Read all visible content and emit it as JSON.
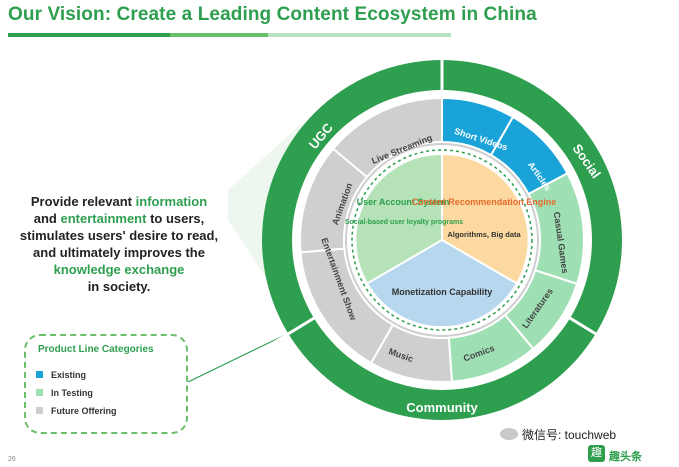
{
  "header": {
    "title": "Our Vision: Create a Leading Content Ecosystem in China"
  },
  "lead_text": {
    "p1": "Provide relevant ",
    "h1": "information",
    "p2": "and ",
    "h2": "entertainment",
    "p3": " to users, stimulates users' desire to read, and ultimately improves the ",
    "h3": "knowledge exchange",
    "p4": "in society."
  },
  "legend": {
    "title": "Product Line Categories",
    "items": [
      {
        "label": "Existing",
        "color": "#1aa3d9"
      },
      {
        "label": "In Testing",
        "color": "#9ee0b4"
      },
      {
        "label": "Future Offering",
        "color": "#cfcfcf"
      }
    ]
  },
  "diagram": {
    "outer_ring": {
      "ugc": "UGC",
      "social": "Social",
      "community": "Community"
    },
    "products": {
      "live_streaming": "Live Streaming",
      "animation": "Animation",
      "entertainment_show": "Entertainment Show",
      "music": "Music",
      "comics": "Comics",
      "literatures": "Literatures",
      "casual_games": "Casual Games",
      "articles": "Articles",
      "short_videos": "Short Videos"
    },
    "core": {
      "user_account_title": "User Account System",
      "user_account_sub": "Social-based user loyalty programs",
      "content_rec_title": "Content Recommendation Engine",
      "content_rec_sub": "Algorithms, Big data",
      "monetization_title": "Monetization Capability"
    },
    "colors": {
      "green": "#2e9e4f",
      "light_green": "#9ee0b4",
      "blue": "#1aa3d9",
      "gray": "#cfcfcf",
      "orange": "#fcd9a0",
      "core_green": "#b5e3b7",
      "core_blue": "#b7d7ee"
    }
  },
  "footer": {
    "page_number": "26",
    "watermark": "微信号: touchweb",
    "logo_char": "趣",
    "logo_text": "趣头条"
  }
}
